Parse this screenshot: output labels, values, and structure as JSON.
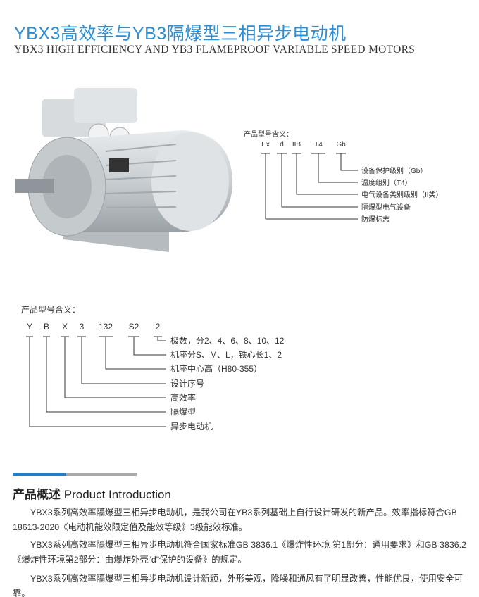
{
  "header": {
    "title_cn": "YBX3高效率与YB3隔爆型三相异步电动机",
    "title_en": "YBX3 HIGH EFFICIENCY AND YB3 FLAMEPROOF VARIABLE SPEED MOTORS"
  },
  "ex_model": {
    "heading": "产品型号含义：",
    "codes": [
      "Ex",
      "d",
      "IIB",
      "T4",
      "Gb"
    ],
    "meanings": [
      "设备保护级别（Gb）",
      "温度组别（T4）",
      "电气设备类别级别（II类）",
      "隔爆型电气设备",
      "防爆标志"
    ]
  },
  "motor_model": {
    "heading": "产品型号含义：",
    "codes": [
      "Y",
      "B",
      "X",
      "3",
      "132",
      "S2",
      "2"
    ],
    "meanings": [
      "极数，分2、4、6、8、10、12",
      "机座分S、M、L，铁心长1、2",
      "机座中心高（H80-355）",
      "设计序号",
      "高效率",
      "隔爆型",
      "异步电动机"
    ]
  },
  "intro": {
    "title_cn": "产品概述",
    "title_en": "Product Introduction",
    "paragraphs": [
      "YBX3系列高效率隔爆型三相异步电动机，是我公司在YB3系列基础上自行设计研发的新产品。效率指标符合GB 18613-2020《电动机能效限定值及能效等级》3级能效标准。",
      "YBX3系列高效率隔爆型三相异步电动机符合国家标准GB 3836.1《爆炸性环境 第1部分：通用要求》和GB 3836.2《爆炸性环境第2部分：由爆炸外壳“d”保护的设备》的规定。",
      "YBX3系列高效率隔爆型三相异步电动机设计新颖，外形美观，降噪和通风有了明显改善，性能优良，使用安全可靠。"
    ]
  },
  "colors": {
    "accent": "#2a8fd6",
    "bar_blue": "#1f7fcc",
    "bar_gray": "#aaaaaa"
  }
}
